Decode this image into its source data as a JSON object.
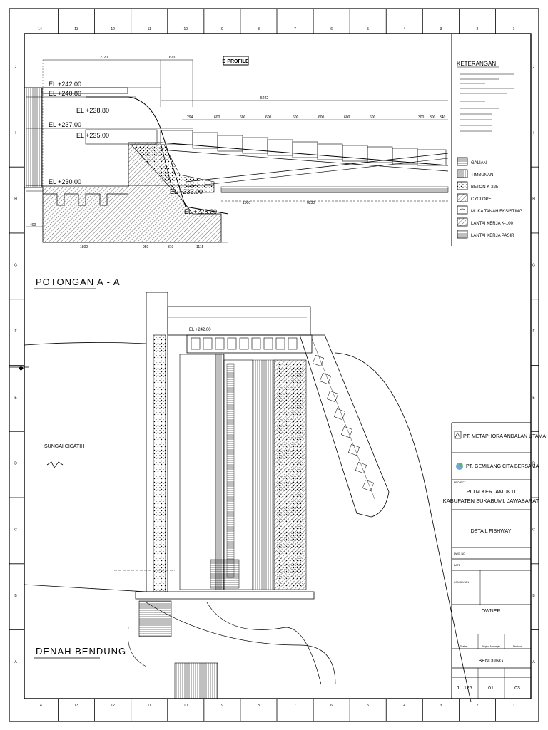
{
  "drawing": {
    "section_title": "D PROFILE",
    "potongan_title": "POTONGAN A - A",
    "plan_title": "DENAH BENDUNG",
    "river_label": "SUNGAI CICATIH",
    "grid_top": [
      "14",
      "13",
      "12",
      "11",
      "10",
      "9",
      "8",
      "7",
      "6",
      "5",
      "4",
      "3",
      "2",
      "1"
    ],
    "grid_side": [
      "J",
      "I",
      "H",
      "G",
      "F",
      "E",
      "D",
      "C",
      "B",
      "A"
    ],
    "elevations": [
      "EL +242.00",
      "EL +240.80",
      "EL +238.80",
      "EL +237.00",
      "EL +235.00",
      "EL +230.00",
      "EL +232.00",
      "EL +228.20",
      "EL +242.00"
    ],
    "dims_top": [
      "2720",
      "620",
      "5242",
      "294",
      "600",
      "600",
      "600",
      "600",
      "600",
      "600",
      "600",
      "300",
      "300",
      "340"
    ],
    "dims_bottom": [
      "400",
      "1800",
      "950",
      "310",
      "1115",
      "1000",
      "6230"
    ]
  },
  "legend": {
    "title": "KETERANGAN",
    "items": [
      "GALIAN",
      "TIMBUNAN",
      "BETON K-225",
      "CYCLOPE",
      "MUKA TANAH EKSISTING",
      "LANTAI KERJA K-100",
      "LANTAI KERJA PASIR"
    ]
  },
  "titleblock": {
    "company1": "PT. METAPHORA ANDALAN UTAMA",
    "company2": "PT. GEMILANG CITA BERSAMA",
    "project_line1": "PLTM KERTAMUKTI",
    "project_line2": "KABUPATEN SUKABUMI, JAWABARAT",
    "drawing_title": "DETAIL FISHWAY",
    "owner": "OWNER",
    "file_name": "BENDUNG",
    "scale": "1 : 125",
    "sheet_no": "01",
    "total": "03",
    "konsultan_label": "KONSULTAN",
    "dwg_label": "DWG. NO",
    "date_label": "DATE",
    "project_label": "PROJECT",
    "role1": "Drafter",
    "role2": "Project Manager",
    "role3": "Direktur"
  }
}
